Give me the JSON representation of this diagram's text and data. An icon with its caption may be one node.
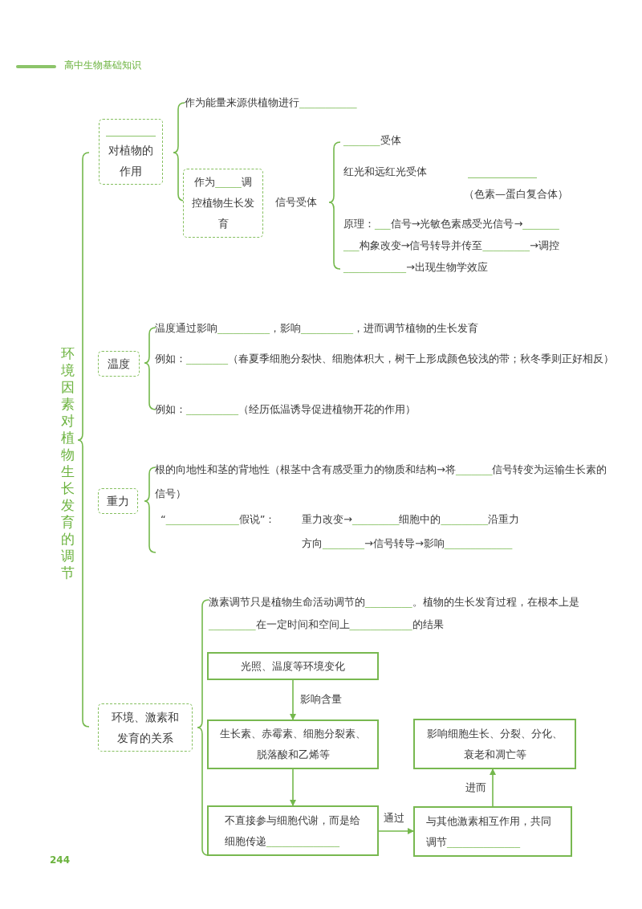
{
  "diagram": {
    "nodes": [
      {
        "text": [
          "对植物的作用"
        ]
      },
      {
        "text": [
          "作为_____调控植物生长发育"
        ]
      },
      {
        "text": [
          "温度"
        ]
      },
      {
        "text": [
          "重力"
        ]
      },
      {
        "text": [
          "环境、激素和发育的关系"
        ]
      },
      {
        "text": [
          "光照、温度等环境变化"
        ]
      },
      {
        "text": [
          "生长素、赤霉素、细胞分裂素、脱落酸和乙烯等"
        ]
      },
      {
        "text": [
          "不直接参与细胞代谢，而是给细胞传递______________"
        ]
      },
      {
        "text": [
          "与其他激素相互作用，共同调节______________"
        ]
      },
      {
        "text": [
          "影响细胞生长、分裂、分化、衰老和凋亡等"
        ]
      }
    ],
    "edges": [
      {
        "from": 5,
        "to": 6,
        "arrow": "to",
        "label": "影响含量"
      },
      {
        "from": 6,
        "to": 7,
        "arrow": "to"
      },
      {
        "from": 7,
        "to": 8,
        "arrow": "to",
        "label": "通过"
      },
      {
        "from": 8,
        "to": 9,
        "arrow": "to",
        "label": "进而"
      }
    ],
    "labels": [
      "高中生物基础知识",
      "环境因素对植物生长发育的调节",
      "作为能量来源供植物进行___________",
      "信号受体",
      "_______受体",
      "红光和远红光受体",
      "（色素—蛋白复合体）",
      "原理：___信号→光敏色素感受光信号→_______",
      "___构象改变→信号转导并传至_________→调控",
      "____________→出现生物学效应",
      "温度通过影响__________，影响__________，进而调节植物的生长发育",
      "例如：________（春夏季细胞分裂快、细胞体积大，树干上形成颜色较浅的带；秋冬季则正好相反）",
      "例如：__________（经历低温诱导促进植物开花的作用）",
      "根的向地性和茎的背地性（根茎中含有感受重力的物质和结构→将_______信号转变为运输生长素的信号）",
      "“______________假说”：",
      "重力改变→_________细胞中的_________沿重力",
      "方向________→信号转导→影响_____________",
      "激素调节只是植物生命活动调节的_________。植物的生长发育过程，在根本上是_________在一定时间和空间上____________的结果",
      "244"
    ]
  }
}
